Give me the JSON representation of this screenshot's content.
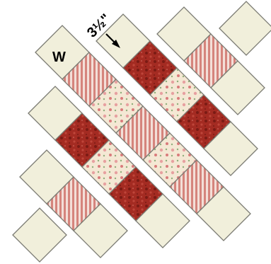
{
  "labels": {
    "w": "W",
    "measurement": "3½\""
  },
  "colors": {
    "background": "#c9c9c1",
    "cream": "#f1efdb",
    "outline": "#7b7b73",
    "red_print": "#a42b22",
    "red_dark": "#7a1b14",
    "stripe_light": "#f3dfd8",
    "stripe_red": "#d5847c",
    "floral_cream": "#f4e8d4",
    "floral_pink": "#e7a0a0",
    "floral_green": "#8fae7a"
  },
  "fabrics": [
    "cream",
    "stripe",
    "red-print",
    "floral"
  ]
}
